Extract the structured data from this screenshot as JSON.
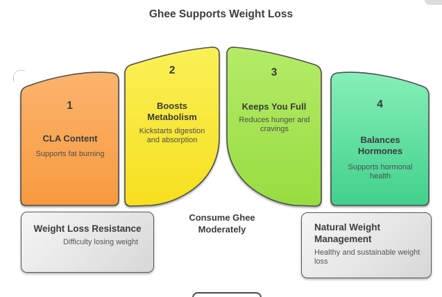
{
  "title": "Ghee Supports Weight Loss",
  "colors": {
    "outline": "#4d4d4d",
    "segment1_top": "#fcb46e",
    "segment1_bottom": "#f89a3f",
    "segment2_top": "#faf058",
    "segment2_bottom": "#f7df1e",
    "segment3_top": "#b4eb68",
    "segment3_bottom": "#98dc41",
    "segment4_top": "#86efb8",
    "segment4_bottom": "#41d08c"
  },
  "segments": [
    {
      "number": "1",
      "title": "CLA Content",
      "subtitle": "Supports fat burning"
    },
    {
      "number": "2",
      "title": "Boosts Metabolism",
      "subtitle": "Kickstarts digestion and absorption"
    },
    {
      "number": "3",
      "title": "Keeps You Full",
      "subtitle": "Reduces hunger and cravings"
    },
    {
      "number": "4",
      "title": "Balances Hormones",
      "subtitle": "Supports hormonal health"
    }
  ],
  "center_note": "Consume Ghee Moderately",
  "callouts": [
    {
      "title": "Weight Loss Resistance",
      "subtitle": "Difficulty losing weight"
    },
    {
      "title": "Natural Weight Management",
      "subtitle": "Healthy and sustainable weight loss"
    }
  ]
}
